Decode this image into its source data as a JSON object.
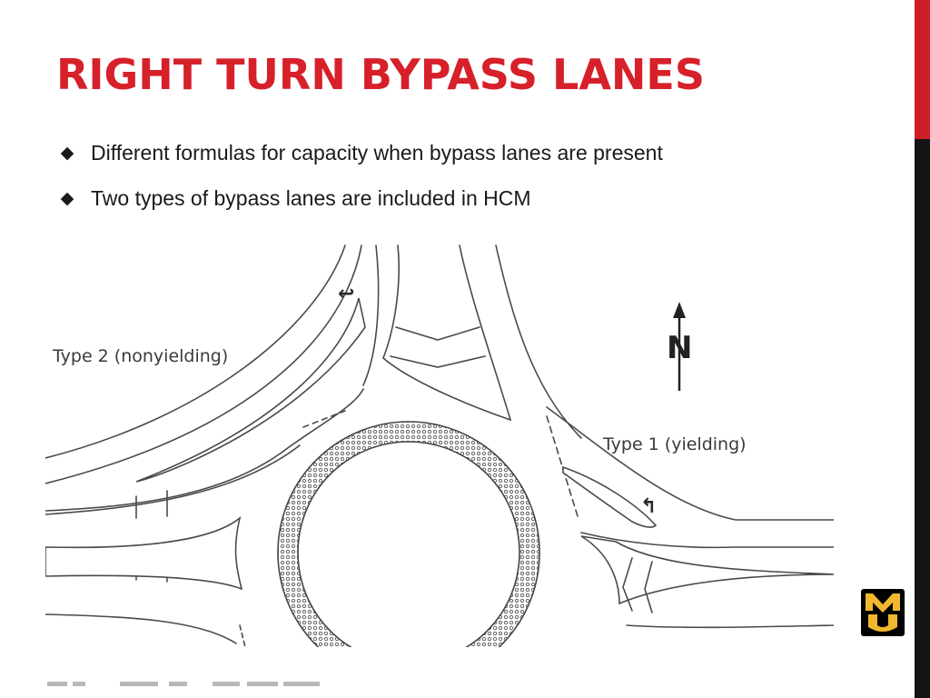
{
  "slide": {
    "title": "RIGHT TURN BYPASS LANES",
    "bullets": [
      "Different formulas for capacity when bypass lanes are present",
      "Two types of bypass lanes are included in HCM"
    ],
    "bullet_icon": "diamond-bullet-icon"
  },
  "diagram": {
    "type2_label": "Type 2 (nonyielding)",
    "type1_label": "Type 1 (yielding)",
    "north_label": "N",
    "icons": [
      "north-arrow-icon",
      "right-turn-arrow-icon"
    ]
  },
  "logo": {
    "letters": "MU",
    "name": "mizzou-logo"
  },
  "colors": {
    "title": "#d6202a",
    "sidebar_top": "#cc1f27",
    "sidebar_bottom": "#141414",
    "logo_gold": "#f1b82d",
    "logo_black": "#000000",
    "line": "#4a4a4a"
  }
}
